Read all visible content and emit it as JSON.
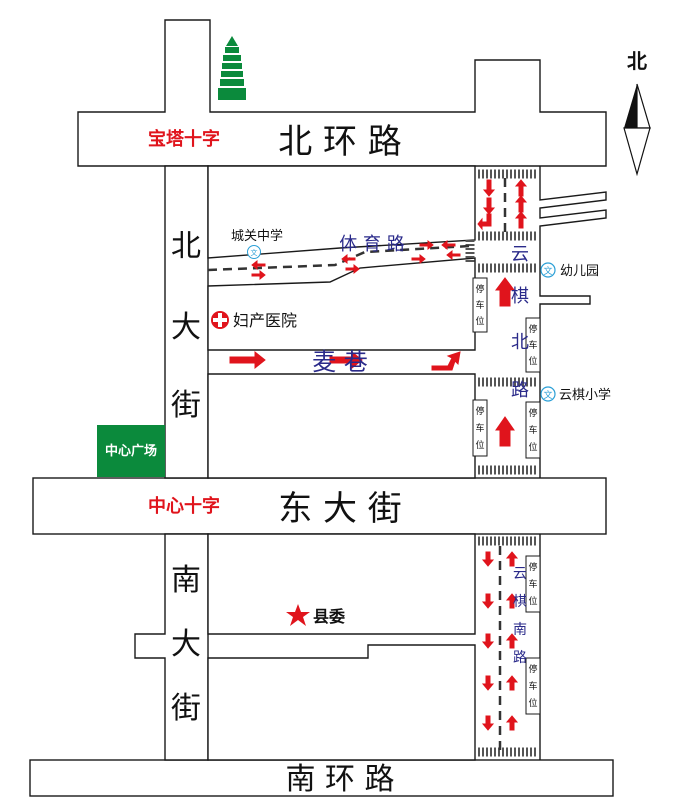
{
  "roads": {
    "north_ring": "北 环 路",
    "east_street": "东 大 街",
    "south_ring": "南 环 路",
    "north_street": [
      "北",
      "大",
      "街"
    ],
    "south_street": [
      "南",
      "大",
      "街"
    ],
    "yunqi_north": [
      "云",
      "棋",
      "北",
      "路"
    ],
    "yunqi_south": [
      "云",
      "棋",
      "南",
      "路"
    ],
    "tiyu_road": "体 育 路",
    "lane": "麦 巷"
  },
  "junctions": {
    "pagoda_cross": "宝塔十字",
    "center_cross": "中心十字"
  },
  "poi": {
    "school_chengguan": "城关中学",
    "wen_badge": "文",
    "kindergarten": "幼儿园",
    "hospital": "妇产医院",
    "yunqi_primary": "云棋小学",
    "center_square": "中心广场",
    "county_committee": "县委"
  },
  "parking": {
    "label_chars": [
      "停",
      "车",
      "位"
    ]
  },
  "compass": {
    "label": "北"
  },
  "colors": {
    "red": "#e0141c",
    "green": "#0b8a3c",
    "road_text": "#111111",
    "blue_text": "#2a2a8a"
  }
}
